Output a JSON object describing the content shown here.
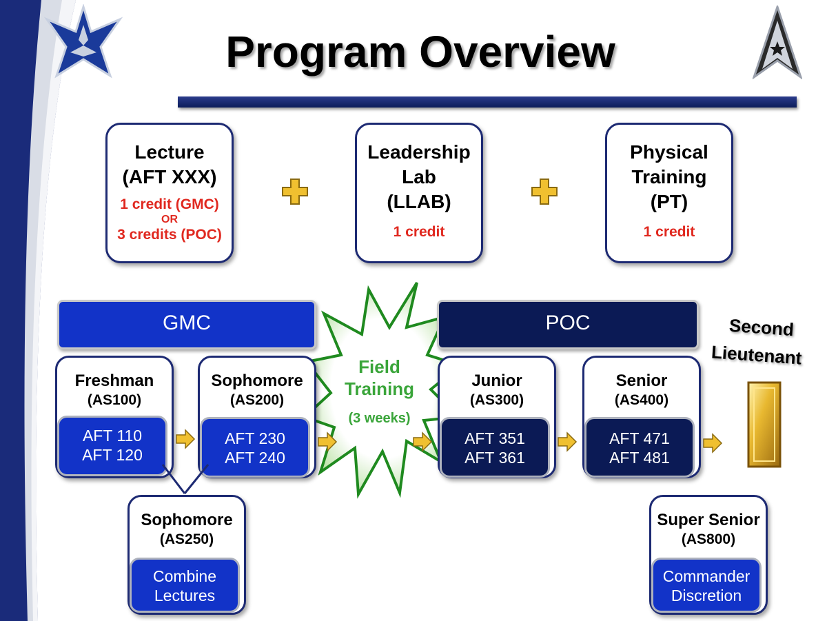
{
  "title": "Program Overview",
  "components": [
    {
      "heading": "Lecture\n(AFT XXX)",
      "credit_lines": [
        "1 credit (GMC)",
        "OR",
        "3 credits (POC)"
      ]
    },
    {
      "heading": "Leadership\nLab\n(LLAB)",
      "credit_lines": [
        "1 credit"
      ]
    },
    {
      "heading": "Physical\nTraining\n(PT)",
      "credit_lines": [
        "1 credit"
      ]
    }
  ],
  "bands": {
    "gmc": "GMC",
    "poc": "POC"
  },
  "years": [
    {
      "name": "Freshman",
      "code": "(AS100)",
      "courses": [
        "AFT 110",
        "AFT 120"
      ]
    },
    {
      "name": "Sophomore",
      "code": "(AS200)",
      "courses": [
        "AFT 230",
        "AFT 240"
      ]
    },
    {
      "name": "Junior",
      "code": "(AS300)",
      "courses": [
        "AFT 351",
        "AFT 361"
      ]
    },
    {
      "name": "Senior",
      "code": "(AS400)",
      "courses": [
        "AFT 471",
        "AFT 481"
      ]
    }
  ],
  "branches": [
    {
      "name": "Sophomore",
      "code": "(AS250)",
      "detail": [
        "Combine",
        "Lectures"
      ]
    },
    {
      "name": "Super Senior",
      "code": "(AS800)",
      "detail": [
        "Commander",
        "Discretion"
      ]
    }
  ],
  "field_training": {
    "line1": "Field",
    "line2": "Training",
    "duration": "(3 weeks)"
  },
  "outcome": {
    "line1": "Second",
    "line2": "Lieutenant"
  },
  "colors": {
    "gmc_blue": "#1233c8",
    "poc_navy": "#0b1a55",
    "credit_red": "#e0281f",
    "field_green": "#3aa53a",
    "arrow_gold": "#f0c030"
  },
  "icons": [
    "air-force-wings-logo",
    "space-force-delta-logo",
    "plus-icon",
    "arrow-right-icon",
    "lieutenant-bar-insignia"
  ]
}
